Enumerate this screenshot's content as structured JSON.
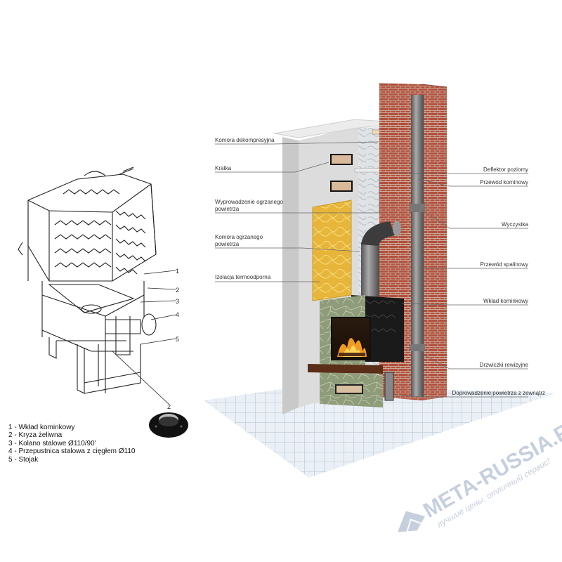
{
  "callouts": [
    "Komora dekompresyjna",
    "Kratka",
    "Wyprowadzenie ogrzanego",
    "powietrza",
    "Komora ogrzanego",
    "powietrza",
    "Izolacja termoodporna",
    "Deflektor poziomy",
    "Przewód kominowy",
    "Wyczystka",
    "Przewód spalinowy",
    "Wkład kominkowy",
    "Drzwiczki rewizyjne",
    "Doprowadzenie powietrza z zewnątrz"
  ],
  "part_numbers": [
    "1",
    "2",
    "3",
    "4",
    "5",
    "2"
  ],
  "legend": [
    "1 - Wkład kominkowy",
    "2 - Kryza żeliwna",
    "3 - Kolano stalowe Ø110/90'",
    "4 - Przepustnica stalowa z cięgłem Ø110",
    "5 - Stojak"
  ],
  "watermark": {
    "brand": "META-RUSSIA.RU",
    "slogan": "лучшие цены, отличный сервис!"
  },
  "colors": {
    "brick": "#b0513e",
    "wall": "#dcdcdc",
    "insulation": "#e9b93a",
    "stone": "#8c9b78",
    "floor": "#e8eef4",
    "watermark": "#b8c4d6"
  },
  "icons": [
    "fireplace-insert-sketch",
    "cast-iron-collar-icon",
    "fire-icon",
    "meta-russia-logo-icon"
  ]
}
